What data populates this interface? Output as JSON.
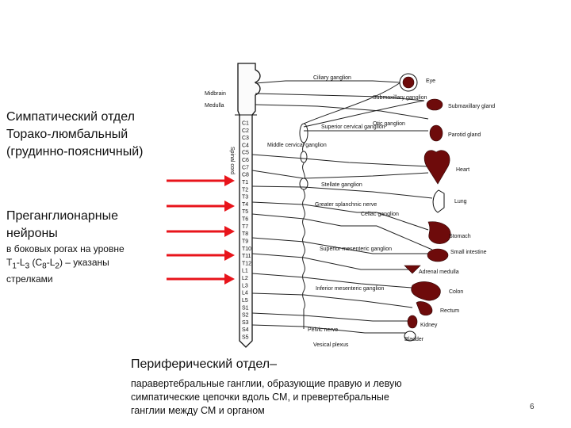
{
  "left_text": {
    "title_line1": "Симпатический отдел",
    "title_line2": "Торако-люмбальный",
    "title_line3": "(грудинно-поясничный)",
    "pre_line1": "Преганглионарные",
    "pre_line2": "нейроны",
    "sub_line1": "в боковых рогах на уровне",
    "sub_t1": "T",
    "sub_t1_idx": "1",
    "sub_dash": "-L",
    "sub_l3_idx": "3",
    "sub_c8_open": " (C",
    "sub_c8_idx": "8",
    "sub_l2": "-L",
    "sub_l2_idx": "2",
    "sub_tail": ") – указаны",
    "sub_line3": "стрелками"
  },
  "peripheral": {
    "title": "Периферический отдел–",
    "line1": "паравертебральные ганглии, образующие правую и левую",
    "line2": "симпатические цепочки вдоль СМ, и превертебральные",
    "line3": "ганглии между СМ и органом"
  },
  "page_number": "6",
  "diagram": {
    "brain_labels": [
      "Midbrain",
      "Medulla"
    ],
    "cord_label": "Spinal cord",
    "segments": [
      "C1",
      "C2",
      "C3",
      "C4",
      "C5",
      "C6",
      "C7",
      "C8",
      "T1",
      "T2",
      "T3",
      "T4",
      "T5",
      "T6",
      "T7",
      "T8",
      "T9",
      "T10",
      "T11",
      "T12",
      "L1",
      "L2",
      "L3",
      "L4",
      "L5",
      "S1",
      "S2",
      "S3",
      "S4",
      "S5"
    ],
    "ganglia": [
      "Ciliary ganglion",
      "Submaxillary ganglion",
      "Otic ganglion",
      "Superior cervical ganglion",
      "Middle cervical ganglion",
      "Stellate ganglion",
      "Greater splanchnic nerve",
      "Celiac ganglion",
      "Superior mesenteric ganglion",
      "Inferior mesenteric ganglion",
      "Pelvic nerve",
      "Vesical plexus"
    ],
    "organs": [
      "Eye",
      "Submaxillary gland",
      "Parotid gland",
      "Heart",
      "Lung",
      "Stomach",
      "Small intestine",
      "Adrenal medulla",
      "Colon",
      "Rectum",
      "Kidney",
      "Bladder"
    ],
    "arrow_color": "#e8141b"
  }
}
